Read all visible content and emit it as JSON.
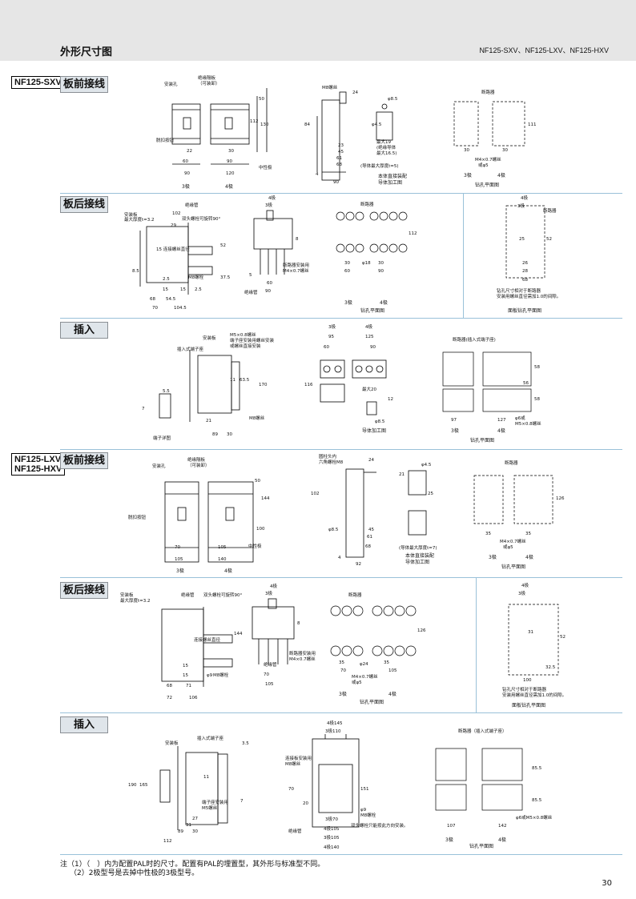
{
  "header": {
    "title": "外形尺寸图",
    "models": "NF125-SXV、NF125-LXV、NF125-HXV"
  },
  "model_groups": [
    "NF125-SXV",
    "NF125-LXV\nNF125-HXV"
  ],
  "sections": [
    {
      "label": "板前接线",
      "drawings": [
        {
          "labels": [
            "安装孔",
            "绝缘隔板",
            "（可装卸）",
            "脱扣按钮",
            "中性极"
          ],
          "dims": [
            "22",
            "30",
            "60",
            "90",
            "90",
            "120",
            "50",
            "112",
            "130"
          ],
          "caption": [
            "3极",
            "4极"
          ]
        },
        {
          "labels": [
            "M8螺丝",
            "(导体最大厚度t=5)"
          ],
          "dims": [
            "24",
            "84",
            "φ8.5",
            "φ4.5",
            "23",
            "45",
            "61",
            "68",
            "90",
            "4",
            "最大19",
            "(绝缘导体",
            "最大16.5)"
          ],
          "caption": [
            "本体直接装配",
            "导体加工图"
          ]
        },
        {
          "labels": [
            "断路器",
            "M4×0.7螺丝",
            "或φ5"
          ],
          "dims": [
            "111",
            "30",
            "30"
          ],
          "caption": [
            "3极",
            "4极",
            "钻孔平面图"
          ]
        }
      ]
    },
    {
      "label": "板后接线",
      "drawings": [
        {
          "labels": [
            "安装板",
            "最大厚度t=3.2",
            "绝缘管",
            "双头螺栓可旋转90°",
            "15 连接螺丝直径",
            "M8螺栓"
          ],
          "dims": [
            "102",
            "29",
            "52",
            "8.5",
            "2.5",
            "15",
            "15",
            "2.5",
            "68",
            "54.5",
            "70",
            "104.5",
            "37.5"
          ],
          "caption": []
        },
        {
          "labels": [
            "断路器安装用",
            "M4×0.7螺丝",
            "绝缘管"
          ],
          "dims": [
            "4极",
            "3极",
            "60",
            "90",
            "8",
            "5"
          ],
          "caption": []
        },
        {
          "labels": [
            "断路器"
          ],
          "dims": [
            "30",
            "30",
            "60",
            "90",
            "φ18",
            "112"
          ],
          "caption": [
            "3极",
            "4极",
            "钻孔平面图"
          ]
        },
        {
          "labels": [
            "断路器",
            "钻孔尺寸相对于断路器",
            "安装用螺丝直径需加1.0的间隙。"
          ],
          "dims": [
            "4极",
            "3极",
            "25",
            "52",
            "26",
            "28",
            "68"
          ],
          "caption": [
            "面板钻孔平面图"
          ]
        }
      ]
    },
    {
      "label": "插入",
      "drawings": [
        {
          "labels": [
            "安装板",
            "插入式端子座",
            "M5×0.8螺丝",
            "端子座安装用螺丝安装",
            "或螺丝直接安装",
            "M8螺丝",
            "端子详图"
          ],
          "dims": [
            "5.5",
            "11",
            "63.5",
            "170",
            "21",
            "89",
            "30",
            "7"
          ],
          "caption": []
        },
        {
          "labels": [],
          "dims": [
            "3极",
            "4极",
            "95",
            "125",
            "60",
            "90",
            "116",
            "最大20",
            "12",
            "φ8.5"
          ],
          "caption": [
            "导体加工图"
          ]
        },
        {
          "labels": [
            "断路器(插入式端子座)",
            "φ6或",
            "M5×0.8螺丝"
          ],
          "dims": [
            "97",
            "127",
            "58",
            "58",
            "56"
          ],
          "caption": [
            "3极",
            "4极",
            "钻孔平面图"
          ]
        }
      ]
    },
    {
      "label": "板前接线",
      "drawings": [
        {
          "labels": [
            "安装孔",
            "绝缘隔板",
            "（可装卸）",
            "脱扣按钮",
            "中性极"
          ],
          "dims": [
            "70",
            "105",
            "105",
            "140",
            "144",
            "100",
            "50"
          ],
          "caption": [
            "3极",
            "4极"
          ]
        },
        {
          "labels": [
            "圆柱头内",
            "六角螺栓M8",
            "(导体最大厚度t=7)"
          ],
          "dims": [
            "24",
            "102",
            "φ8.5",
            "45",
            "61",
            "68",
            "92",
            "4",
            "φ4.5",
            "25",
            "21"
          ],
          "caption": [
            "本体直接装配",
            "导体加工图"
          ]
        },
        {
          "labels": [
            "断路器",
            "M4×0.7螺丝",
            "或φ5"
          ],
          "dims": [
            "126",
            "35",
            "35"
          ],
          "caption": [
            "3极",
            "4极",
            "钻孔平面图"
          ]
        }
      ]
    },
    {
      "label": "板后接线",
      "drawings": [
        {
          "labels": [
            "安装板",
            "最大厚度t=3.2",
            "绝缘管",
            "双头螺栓可旋转90°",
            "连接螺丝直径",
            "M8螺栓"
          ],
          "dims": [
            "144",
            "15",
            "15",
            "68",
            "71",
            "72",
            "106",
            "φ9"
          ],
          "caption": []
        },
        {
          "labels": [
            "断路器安装用",
            "M4×0.7螺丝",
            "绝缘管"
          ],
          "dims": [
            "4极",
            "3极",
            "70",
            "105",
            "8"
          ],
          "caption": []
        },
        {
          "labels": [
            "断路器",
            "M4×0.7螺丝",
            "或φ5"
          ],
          "dims": [
            "35",
            "35",
            "70",
            "105",
            "φ24",
            "126"
          ],
          "caption": [
            "3极",
            "4极",
            "钻孔平面图"
          ]
        },
        {
          "labels": [
            "钻孔尺寸相对于断路器",
            "安装用螺丝直径需加1.0的间隙。"
          ],
          "dims": [
            "4极",
            "3极",
            "52",
            "31",
            "100",
            "32.5"
          ],
          "caption": [
            "面板钻孔平面图"
          ]
        }
      ]
    },
    {
      "label": "插入",
      "drawings": [
        {
          "labels": [
            "安装板",
            "插入式端子座",
            "端子座安装用",
            "M5螺丝"
          ],
          "dims": [
            "190",
            "165",
            "3.5",
            "11",
            "27",
            "31",
            "89",
            "30",
            "112",
            "7"
          ],
          "caption": []
        },
        {
          "labels": [
            "连接板安装用",
            "M8螺丝",
            "绝缘管",
            "φ9",
            "M8螺栓",
            "双头螺栓只能按此方向安装。"
          ],
          "dims": [
            "4极145",
            "3极110",
            "3极70",
            "4极105",
            "3极105",
            "4极140",
            "20",
            "70",
            "151"
          ],
          "caption": []
        },
        {
          "labels": [
            "断路器（插入式端子座）",
            "φ6或M5×0.8螺丝"
          ],
          "dims": [
            "107",
            "142",
            "85.5",
            "85.5"
          ],
          "caption": [
            "3极",
            "4极",
            "钻孔平面图"
          ]
        }
      ]
    }
  ],
  "notes": [
    "注（1）（　）内为配置PAL时的尺寸。配置有PAL的埋置型，其外形与标准型不同。",
    "（2）2极型号是去掉中性极的3极型号。"
  ],
  "page_number": "30"
}
